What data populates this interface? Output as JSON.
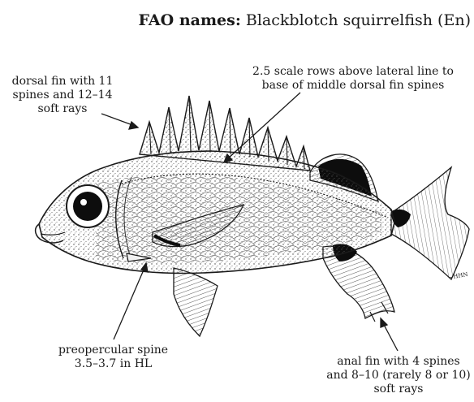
{
  "header": {
    "label": "FAO names:",
    "value": "Blackblotch squirrelfish (En)"
  },
  "annotations": {
    "dorsal_fin": "dorsal fin with 11\nspines and  12–14\nsoft rays",
    "scale_rows": "2.5 scale rows above lateral line to\nbase of middle dorsal fin spines",
    "preopercular": "preopercular spine\n3.5–3.7 in HL",
    "anal_fin": "anal fin with  4 spines\nand  8–10 (rarely 8 or 10)\nsoft rays"
  },
  "signature": "~HHN",
  "colors": {
    "ink": "#1a1a1a",
    "blotch": "#0d0d0d",
    "shade": "#8a8a8a"
  }
}
